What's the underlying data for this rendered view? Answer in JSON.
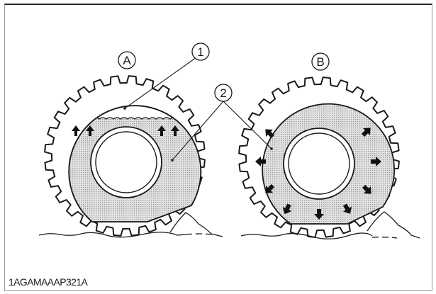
{
  "figure": {
    "caption": "1AGAMAAAP321A",
    "colors": {
      "line": "#1a1a1a",
      "fill_shaded": "#d2d2d2",
      "background": "#ffffff"
    },
    "wheels": [
      {
        "id": "A",
        "label": "A",
        "state": "partially filled (liquid ballast with air space above)",
        "arrows": "upward"
      },
      {
        "id": "B",
        "label": "B",
        "state": "fully filled (liquid ballast)",
        "arrows": "radial outward"
      }
    ],
    "callouts": [
      {
        "number": "1",
        "target": "air space in wheel A"
      },
      {
        "number": "2",
        "target": "liquid ballast in wheels A and B"
      }
    ]
  }
}
